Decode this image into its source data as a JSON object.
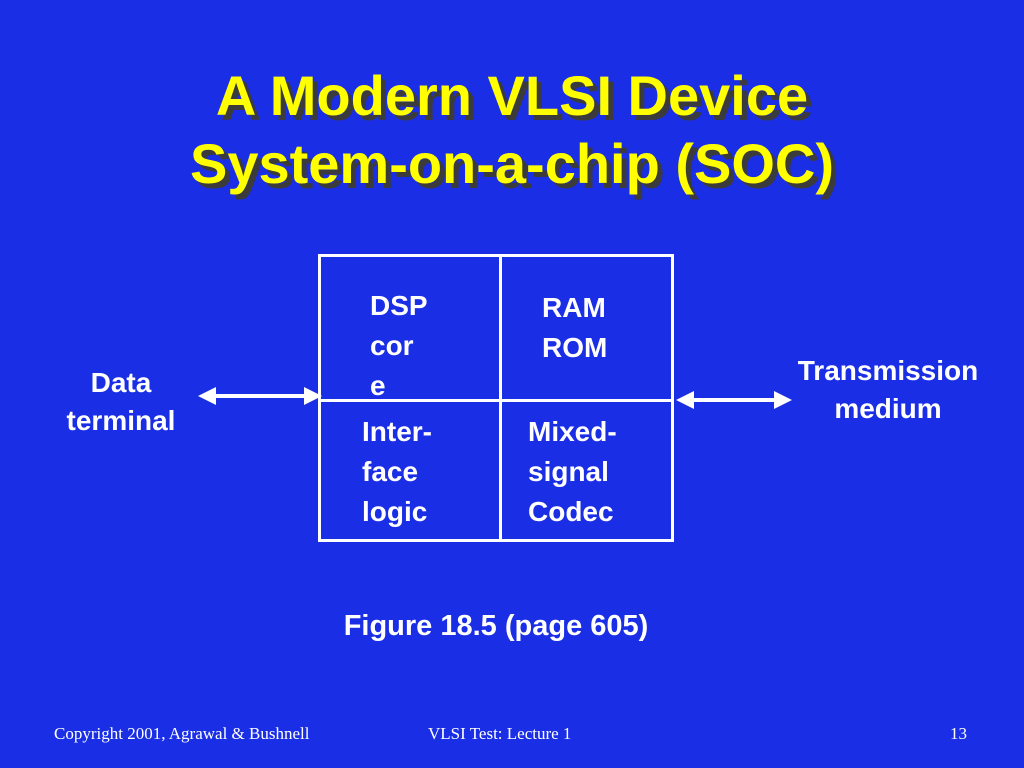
{
  "slide": {
    "title_lines": [
      "A Modern VLSI Device",
      "System-on-a-chip (SOC)"
    ],
    "blocks": {
      "dsp": [
        "DSP",
        "cor",
        "e"
      ],
      "memory": [
        "RAM",
        "ROM"
      ],
      "interface": [
        "Inter-",
        "face",
        "logic"
      ],
      "codec": [
        "Mixed-",
        "signal",
        "Codec"
      ]
    },
    "left_label": [
      "Data",
      "terminal"
    ],
    "right_label": [
      "Transmission",
      "medium"
    ],
    "caption": "Figure 18.5 (page 605)",
    "footer": {
      "copyright": "Copyright 2001, Agrawal & Bushnell",
      "course": "VLSI Test: Lecture 1",
      "page": "13"
    },
    "colors": {
      "background": "#1a2ee6",
      "title": "#ffff00",
      "text": "#ffffff",
      "shadow": "#3b3b3b"
    }
  }
}
